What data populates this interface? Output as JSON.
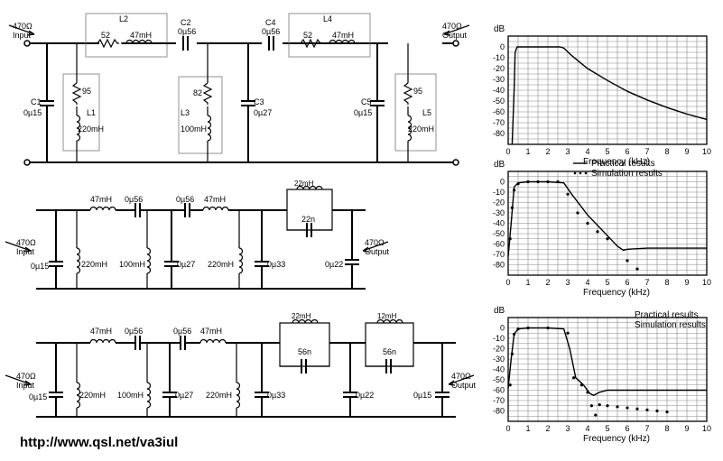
{
  "footer": {
    "url": "http://www.qsl.net/va3iul"
  },
  "circuit1": {
    "input_label": "470Ω\nInput",
    "output_label": "470Ω\nOutput",
    "L2": {
      "name": "L2",
      "r": "52",
      "l": "47mH"
    },
    "C2": {
      "name": "C2",
      "value": "0µ56"
    },
    "C4": {
      "name": "C4",
      "value": "0µ56"
    },
    "L4": {
      "name": "L4",
      "r": "52",
      "l": "47mH"
    },
    "C1": {
      "name": "C1",
      "value": "0µ15"
    },
    "L1": {
      "name": "L1",
      "r": "95",
      "l": "220mH"
    },
    "L3": {
      "name": "L3",
      "r": "82",
      "l": "100mH"
    },
    "C3": {
      "name": "C3",
      "value": "0µ27"
    },
    "C5": {
      "name": "C5",
      "value": "0µ15"
    },
    "L5": {
      "name": "L5",
      "r": "95",
      "l": "220mH"
    }
  },
  "circuit2": {
    "input_label": "470Ω\nInput",
    "output_label": "470Ω\nOutput",
    "series": [
      "47mH",
      "0µ56",
      "0µ56",
      "47mH"
    ],
    "shunts": [
      "0µ15",
      "220mH",
      "100mH",
      "0µ27",
      "220mH",
      "0µ33",
      "0µ22"
    ],
    "trap": {
      "l": "22mH",
      "c": "22n"
    }
  },
  "circuit3": {
    "input_label": "470Ω\nInput",
    "output_label": "470Ω\nOutput",
    "series": [
      "47mH",
      "0µ56",
      "0µ56",
      "47mH"
    ],
    "shunts": [
      "0µ15",
      "220mH",
      "100mH",
      "0µ27",
      "220mH",
      "0µ33",
      "0µ22",
      "0µ15"
    ],
    "traps": [
      {
        "l": "22mH",
        "c": "56n"
      },
      {
        "l": "12mH",
        "c": "56n"
      }
    ]
  },
  "chart_data": [
    {
      "type": "line",
      "ylabel": "dB",
      "xlabel": "Frequency (kHz)",
      "xlim": [
        0,
        10
      ],
      "ylim": [
        -90,
        10
      ],
      "xticks": [
        0,
        1,
        2,
        3,
        4,
        5,
        6,
        7,
        8,
        9,
        10
      ],
      "yticks": [
        0,
        -10,
        -20,
        -30,
        -40,
        -50,
        -60,
        -70,
        -80
      ],
      "ytick_labels": [
        "0",
        "-10",
        "-20",
        "-30",
        "-40",
        "-50",
        "-60",
        "-70",
        "-80"
      ],
      "series": [
        {
          "style": "solid",
          "x": [
            0.2,
            0.3,
            0.35,
            0.45,
            1,
            2,
            2.6,
            2.8,
            3.2,
            4,
            5,
            6,
            7,
            8,
            9,
            10
          ],
          "y": [
            -90,
            -40,
            -5,
            0,
            0,
            0,
            0,
            -1,
            -8,
            -20,
            -31,
            -41,
            -49,
            -56,
            -62,
            -67
          ]
        }
      ]
    },
    {
      "type": "line",
      "ylabel": "dB",
      "xlabel": "Frequency (kHz)",
      "xlim": [
        0,
        10
      ],
      "ylim": [
        -90,
        10
      ],
      "xticks": [
        0,
        1,
        2,
        3,
        4,
        5,
        6,
        7,
        8,
        9,
        10
      ],
      "yticks": [
        0,
        -10,
        -20,
        -30,
        -40,
        -50,
        -60,
        -70,
        -80
      ],
      "ytick_labels": [
        "0",
        "-10",
        "-20",
        "-30",
        "-40",
        "-50",
        "-60",
        "-70",
        "-80"
      ],
      "legend": [
        "Practical results",
        "Simulation results"
      ],
      "series": [
        {
          "name": "Practical results",
          "style": "solid",
          "x": [
            0,
            0.15,
            0.3,
            0.5,
            1,
            2,
            2.8,
            3.2,
            4,
            4.8,
            5.5,
            5.8,
            6,
            7,
            8,
            9,
            10
          ],
          "y": [
            -72,
            -40,
            -5,
            -1,
            0,
            0,
            -1,
            -12,
            -32,
            -48,
            -62,
            -66,
            -65,
            -64,
            -64,
            -64,
            -64
          ]
        },
        {
          "name": "Simulation results",
          "style": "dots",
          "x": [
            0.1,
            0.2,
            0.3,
            0.5,
            1,
            1.5,
            2,
            2.5,
            3,
            3.5,
            4,
            4.5,
            5,
            6,
            6.5
          ],
          "y": [
            -55,
            -25,
            -8,
            -2,
            0,
            0,
            0,
            0,
            -12,
            -30,
            -40,
            -48,
            -55,
            -76,
            -84
          ]
        }
      ]
    },
    {
      "type": "line",
      "ylabel": "dB",
      "xlabel": "Frequency (kHz)",
      "xlim": [
        0,
        10
      ],
      "ylim": [
        -90,
        10
      ],
      "xticks": [
        0,
        1,
        2,
        3,
        4,
        5,
        6,
        7,
        8,
        9,
        10
      ],
      "yticks": [
        0,
        -10,
        -20,
        -30,
        -40,
        -50,
        -60,
        -70,
        -80
      ],
      "ytick_labels": [
        "0",
        "-10",
        "-20",
        "-30",
        "-40",
        "-50",
        "-60",
        "-70",
        "-80"
      ],
      "legend": [
        "Practical results",
        "Simulation results"
      ],
      "series": [
        {
          "name": "Practical results",
          "style": "solid",
          "x": [
            0,
            0.15,
            0.3,
            0.5,
            1,
            2,
            2.8,
            3.1,
            3.4,
            3.8,
            4.1,
            4.3,
            4.6,
            5,
            6,
            7,
            8,
            9,
            10
          ],
          "y": [
            -58,
            -30,
            -6,
            -1,
            0,
            0,
            -1,
            -20,
            -48,
            -55,
            -63,
            -65,
            -62,
            -60,
            -60,
            -60,
            -60,
            -60,
            -60
          ]
        },
        {
          "name": "Simulation results",
          "style": "dots",
          "x": [
            0.1,
            0.2,
            0.3,
            0.5,
            1,
            2,
            3,
            3.3,
            3.7,
            4,
            4.2,
            4.4,
            4.6,
            5,
            5.5,
            6,
            6.5,
            7,
            7.5,
            8
          ],
          "y": [
            -55,
            -25,
            -6,
            -1,
            0,
            0,
            -5,
            -48,
            -55,
            -62,
            -75,
            -84,
            -74,
            -75,
            -76,
            -77,
            -78,
            -79,
            -80,
            -81
          ]
        }
      ]
    }
  ]
}
